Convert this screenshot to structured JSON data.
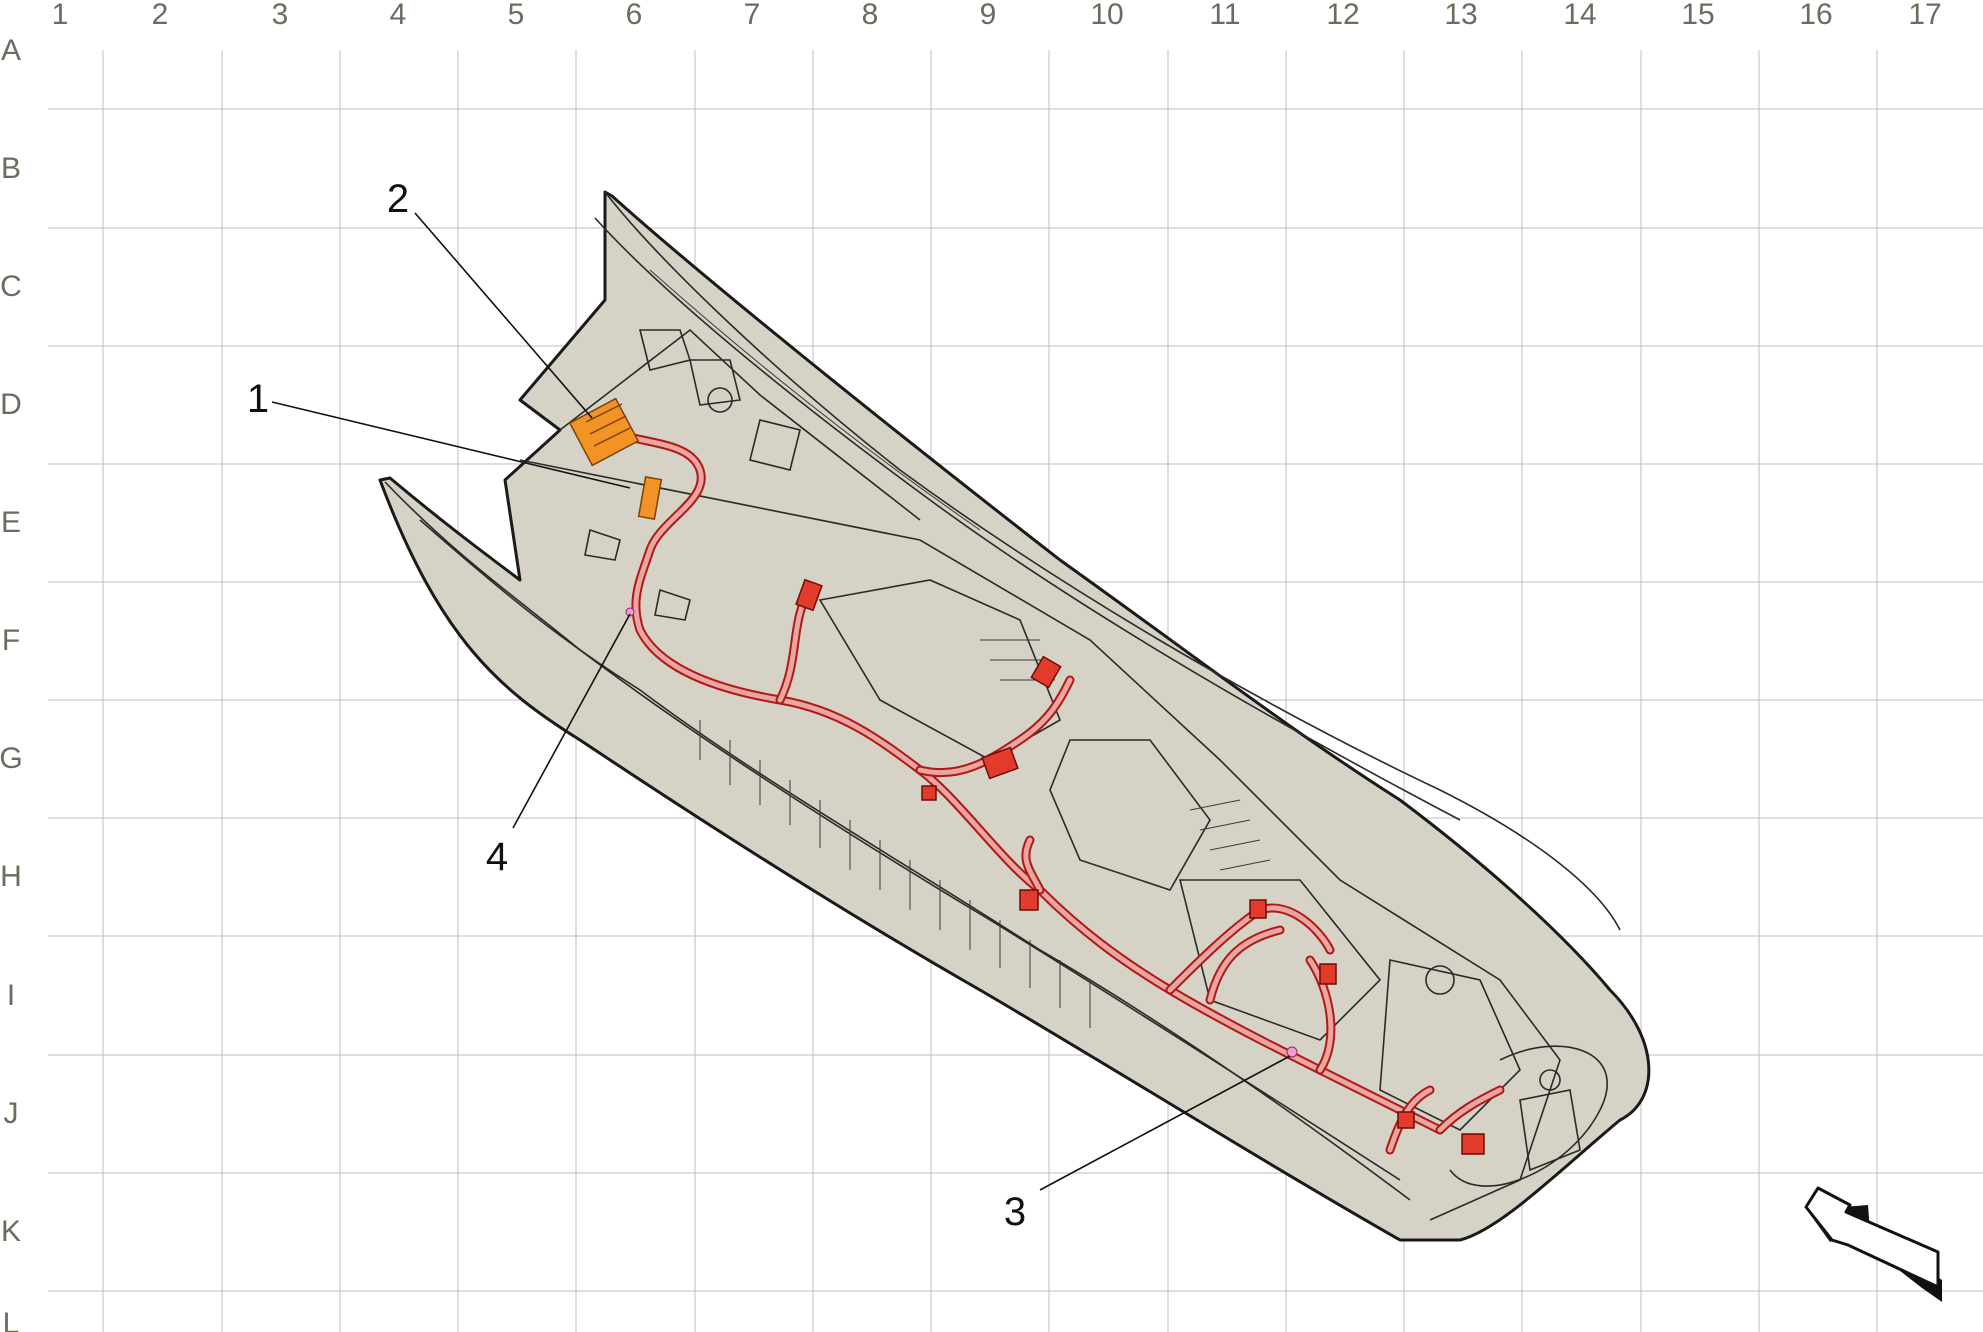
{
  "grid": {
    "columns": [
      "1",
      "2",
      "3",
      "4",
      "5",
      "6",
      "7",
      "8",
      "9",
      "10",
      "11",
      "12",
      "13",
      "14",
      "15",
      "16",
      "17"
    ],
    "rows": [
      "A",
      "B",
      "C",
      "D",
      "E",
      "F",
      "G",
      "H",
      "I",
      "J",
      "K",
      "L"
    ]
  },
  "callouts": [
    {
      "id": "1",
      "label": "1"
    },
    {
      "id": "2",
      "label": "2"
    },
    {
      "id": "3",
      "label": "3"
    },
    {
      "id": "4",
      "label": "4"
    }
  ],
  "colors": {
    "body": "#d6d2c6",
    "harness": "#e23b2c",
    "highlight_connector": "#f29325",
    "grid_label": "#6b6b5e",
    "grid_line": "#bdbdbd"
  },
  "icons": {
    "view_direction": "view-direction-arrow-icon"
  }
}
